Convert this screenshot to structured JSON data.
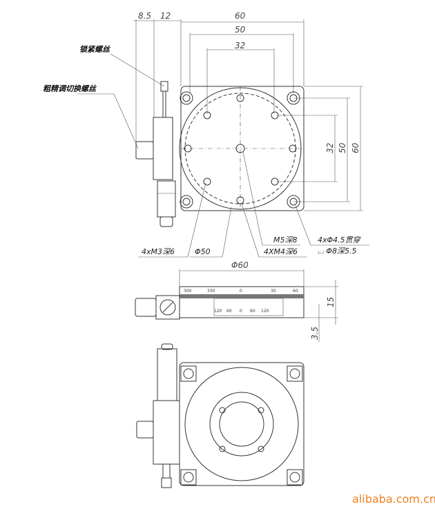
{
  "top_dims": {
    "d1": "8.5",
    "d2": "12",
    "w60": "60",
    "w50": "50",
    "w32": "32"
  },
  "right_dims": {
    "h32": "32",
    "h50": "50",
    "h60": "60"
  },
  "callouts": {
    "lock_screw": "锁紧螺丝",
    "coarse_fine_screw": "粗精调切换螺丝",
    "m3": "4xM3深6",
    "phi50": "Φ50",
    "m5": "M5深8",
    "m4": "4XM4深6",
    "through": "4xΦ4.5贯穿",
    "counterbore": "⌴ Φ8深5.5"
  },
  "side_view": {
    "phi60": "Φ60",
    "h15": "15",
    "h3_5": "3.5",
    "scale_top": [
      "300",
      "330",
      "0",
      "30",
      "60"
    ],
    "scale_bottom": [
      "120",
      "60",
      "0",
      "60",
      "120"
    ]
  },
  "watermark": "alibaba.com.cn"
}
